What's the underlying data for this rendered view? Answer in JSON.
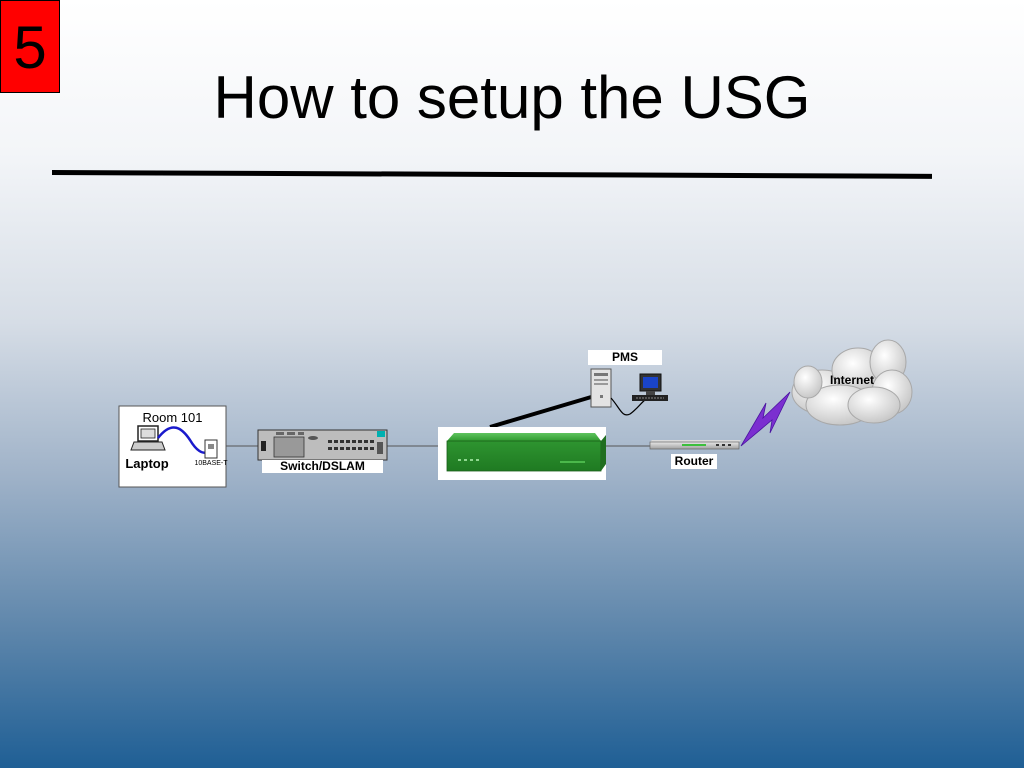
{
  "slide": {
    "number": "5",
    "title": "How to setup the USG"
  },
  "diagram": {
    "room": "Room 101",
    "laptop": "Laptop",
    "port": "10BASE-T",
    "switch": "Switch/DSLAM",
    "pms": "PMS",
    "router": "Router",
    "internet": "Internet"
  },
  "colors": {
    "slide_number_bg": "#ff0000",
    "usg_device": "#2e9b2e",
    "lightning": "#7b2fd0"
  }
}
